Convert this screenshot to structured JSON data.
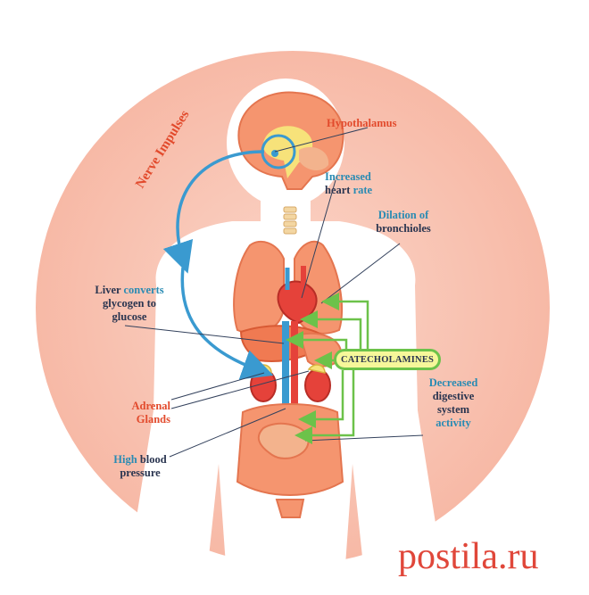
{
  "labels": {
    "hypothalamus": "Hypothalamus",
    "nerve_impulses": "Nerve Impulses",
    "heart_rate": {
      "line1": "Increased",
      "line2_bold": "heart",
      "line2_rest": " rate"
    },
    "bronchioles": {
      "line1": "Dilation of",
      "line2": "bronchioles"
    },
    "liver": {
      "line1_a": "Liver ",
      "line1_b": "converts",
      "line2": "glycogen to",
      "line3": "glucose"
    },
    "adrenal": {
      "line1": "Adrenal",
      "line2": "Glands"
    },
    "high_bp": {
      "line1_a": "High ",
      "line1_b": "blood",
      "line2": "pressure"
    },
    "digestive": {
      "line1": "Decreased",
      "line2": "digestive",
      "line3": "system",
      "line4": "activity"
    },
    "catecholamines": "CATECHOLAMINES"
  },
  "watermark": "postila.ru",
  "colors": {
    "halo": "#f9c5b6",
    "body": "#ffffff",
    "organ": "#f5956f",
    "label_red": "#e24a2c",
    "label_blue": "#2a8bb3",
    "label_dark": "#2a3550",
    "green_line": "#6cc24a",
    "arrow_blue": "#3a9ad0"
  }
}
